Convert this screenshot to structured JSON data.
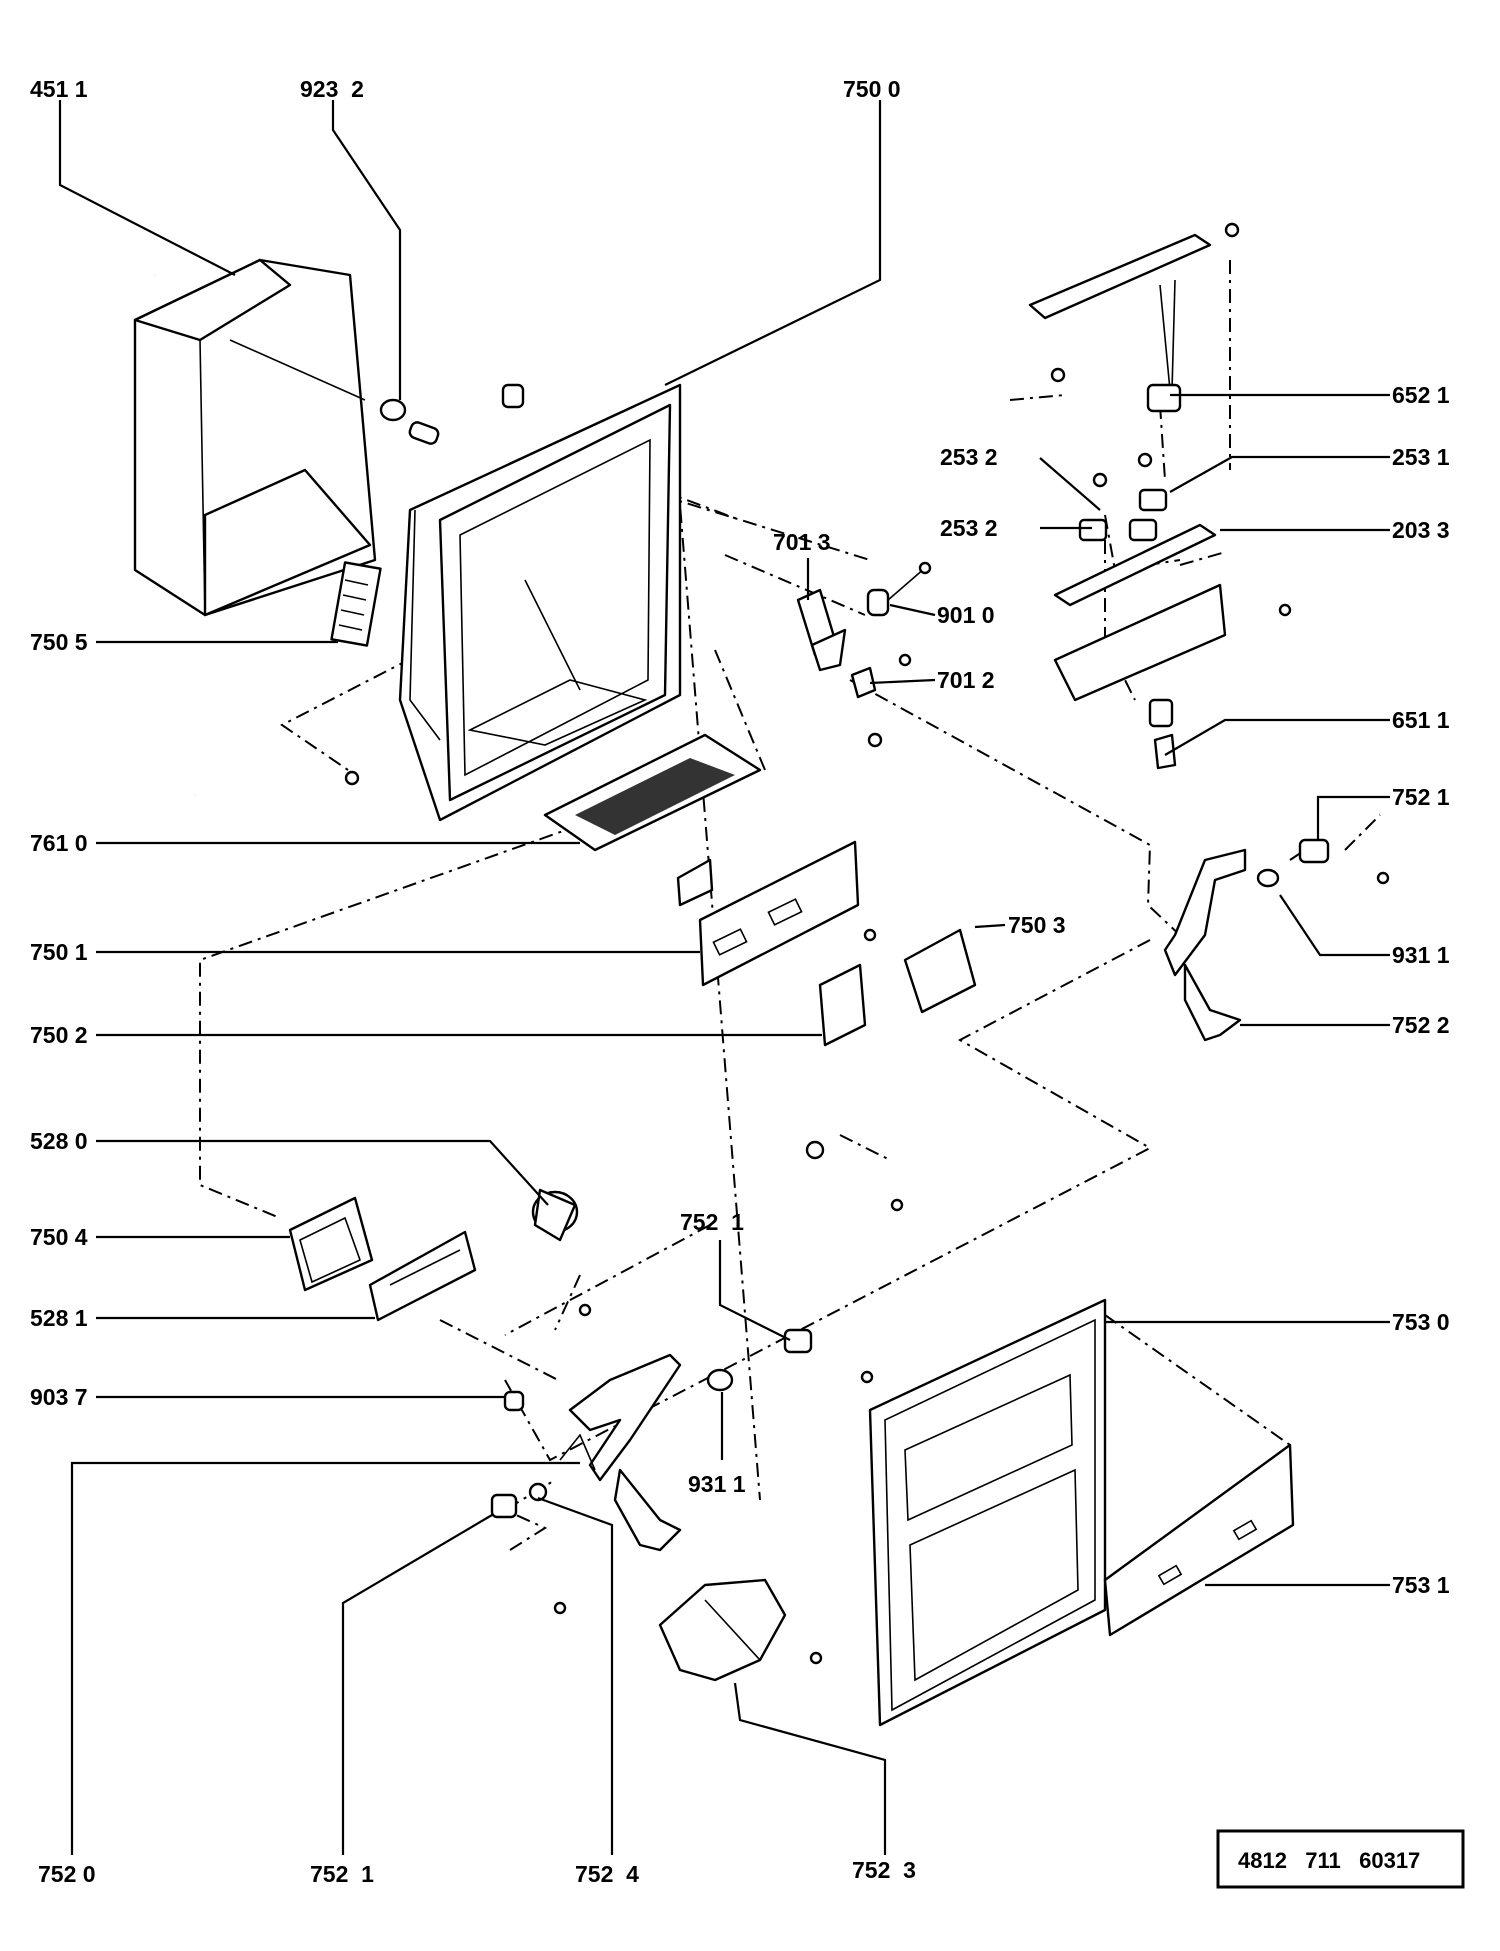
{
  "labels": {
    "l4511": "451 1",
    "l9232": "923  2",
    "l7500": "750 0",
    "l6521": "652 1",
    "l2532a": "253 2",
    "l2531": "253 1",
    "l2532b": "253 2",
    "l2033": "203 3",
    "l7013": "701 3",
    "l9010": "901 0",
    "l7012": "701 2",
    "l7505": "750 5",
    "l6511": "651 1",
    "l7521a": "752 1",
    "l7610": "761 0",
    "l7503": "750 3",
    "l7501": "750 1",
    "l9311a": "931 1",
    "l7522": "752 2",
    "l7502": "750 2",
    "l5280": "528 0",
    "l7521b": "752  1",
    "l7504": "750 4",
    "l7530": "753 0",
    "l5281": "528 1",
    "l9037": "903 7",
    "l9311b": "931 1",
    "l7531": "753 1",
    "l7520": "752 0",
    "l7521c": "752  1",
    "l7524": "752  4",
    "l7523": "752  3"
  },
  "reference": "4812   711   60317"
}
